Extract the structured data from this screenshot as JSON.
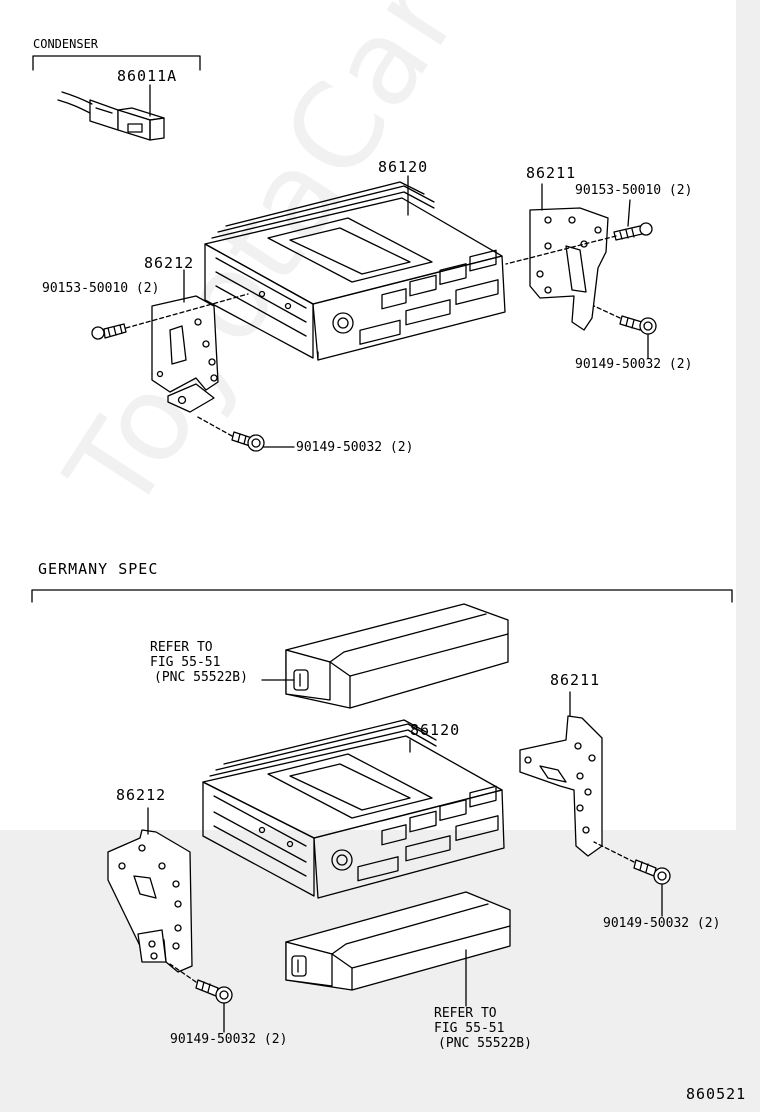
{
  "diagram": {
    "header": {
      "condenser_title": "CONDENSER",
      "germany_title": "GERMANY SPEC",
      "figure_code": "860521"
    },
    "watermark": "ToyotaCarview.ru",
    "upper": {
      "connector": "86011A",
      "radio": "86120",
      "bracket_left": "86212",
      "bracket_right": "86211",
      "screw_left": "90153-50010 (2)",
      "screw_right_top": "90153-50010 (2)",
      "bolt_right": "90149-50032 (2)",
      "bolt_left": "90149-50032 (2)"
    },
    "lower": {
      "refer_top": [
        "REFER TO",
        "FIG 55-51",
        "(PNC 55522B)"
      ],
      "radio": "86120",
      "bracket_right": "86211",
      "bracket_left": "86212",
      "bolt_right": "90149-50032 (2)",
      "bolt_left": "90149-50032 (2)",
      "refer_bottom": [
        "REFER TO",
        "FIG 55-51",
        "(PNC 55522B)"
      ]
    }
  }
}
